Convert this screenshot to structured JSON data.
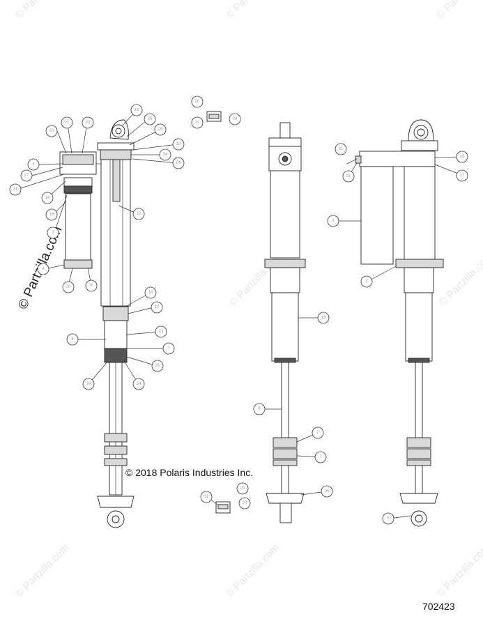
{
  "watermark": {
    "text": "© Partzilla.com"
  },
  "copyright": "© 2018 Polaris Industries Inc.",
  "diagram_id": "702423",
  "callouts": [
    {
      "id": "c1",
      "label": "20"
    },
    {
      "id": "c2",
      "label": "11"
    },
    {
      "id": "c3",
      "label": "20"
    },
    {
      "id": "c4",
      "label": "20"
    },
    {
      "id": "c5",
      "label": "21"
    },
    {
      "id": "c6",
      "label": "20"
    },
    {
      "id": "c7",
      "label": "6"
    },
    {
      "id": "c8",
      "label": "27"
    },
    {
      "id": "c9",
      "label": "11"
    },
    {
      "id": "c10",
      "label": "14"
    },
    {
      "id": "c11",
      "label": "16"
    },
    {
      "id": "c12",
      "label": "3"
    },
    {
      "id": "c13",
      "label": "4"
    },
    {
      "id": "c14",
      "label": "20"
    },
    {
      "id": "c15",
      "label": "6"
    },
    {
      "id": "c16",
      "label": "19"
    },
    {
      "id": "c17",
      "label": "35"
    },
    {
      "id": "c18",
      "label": "28"
    },
    {
      "id": "c19",
      "label": "32"
    },
    {
      "id": "c20",
      "label": "34"
    },
    {
      "id": "c21",
      "label": "24"
    },
    {
      "id": "c22",
      "label": "12"
    },
    {
      "id": "c23",
      "label": "18"
    },
    {
      "id": "c24",
      "label": "10"
    },
    {
      "id": "c25",
      "label": "4"
    },
    {
      "id": "c26",
      "label": "23"
    },
    {
      "id": "c27",
      "label": "7"
    },
    {
      "id": "c28",
      "label": "26"
    },
    {
      "id": "c29",
      "label": "24"
    },
    {
      "id": "c30",
      "label": "34"
    },
    {
      "id": "c31",
      "label": "31"
    },
    {
      "id": "c32",
      "label": "31"
    },
    {
      "id": "c33",
      "label": "15"
    },
    {
      "id": "c34",
      "label": "17"
    },
    {
      "id": "c35",
      "label": "1"
    },
    {
      "id": "c36",
      "label": "2"
    },
    {
      "id": "c37",
      "label": "13"
    },
    {
      "id": "c38",
      "label": "8"
    },
    {
      "id": "c39",
      "label": "7"
    },
    {
      "id": "c40",
      "label": "7"
    },
    {
      "id": "c41",
      "label": "36"
    },
    {
      "id": "c42",
      "label": "11"
    },
    {
      "id": "c43",
      "label": "20"
    },
    {
      "id": "c44",
      "label": "20"
    },
    {
      "id": "c45",
      "label": "5"
    }
  ]
}
